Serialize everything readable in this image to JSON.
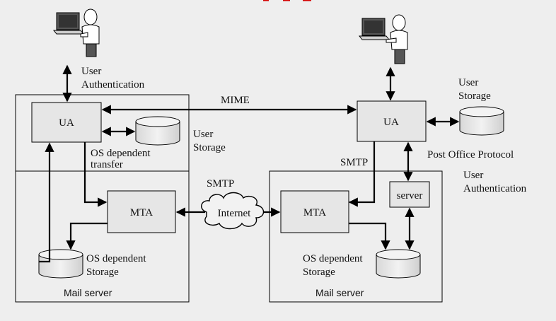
{
  "diagram": {
    "left": {
      "ua_label": "UA",
      "mta_label": "MTA",
      "user_auth": [
        "User",
        "Authentication"
      ],
      "user_storage": [
        "User",
        "Storage"
      ],
      "os_transfer": [
        "OS dependent",
        "transfer"
      ],
      "os_storage": [
        "OS dependent",
        "Storage"
      ],
      "mail_server": "Mail server"
    },
    "right": {
      "ua_label": "UA",
      "mta_label": "MTA",
      "server_label": "server",
      "user_storage": [
        "User",
        "Storage"
      ],
      "post_office": "Post Office Protocol",
      "user_auth": [
        "User",
        "Authentication"
      ],
      "smtp": "SMTP",
      "os_storage": [
        "OS dependent",
        "Storage"
      ],
      "mail_server": "Mail server"
    },
    "mime_label": "MIME",
    "smtp_label": "SMTP",
    "internet_label": "Internet"
  }
}
